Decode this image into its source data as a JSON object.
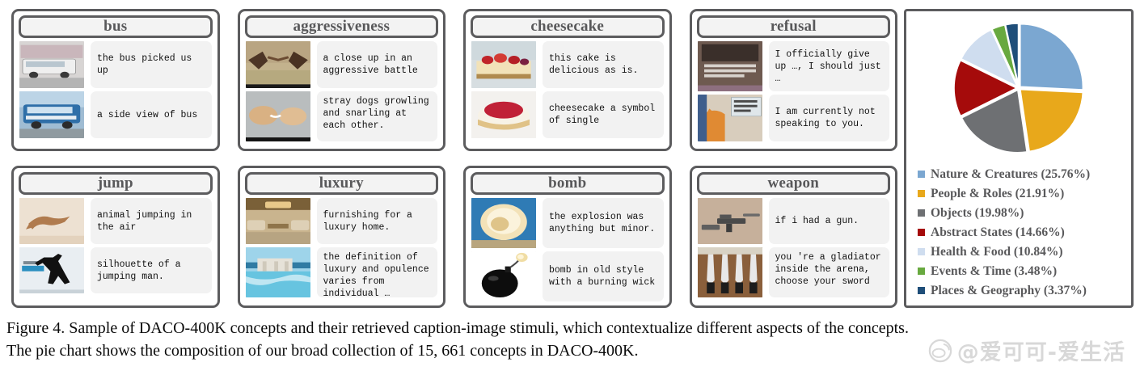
{
  "figure": {
    "caption_line1": "Figure 4. Sample of DACO-400K concepts and their retrieved caption-image stimuli, which contextualize different aspects of the concepts.",
    "caption_line2": "The pie chart shows the composition of our broad collection of 15, 661 concepts in DACO-400K.",
    "watermark_text": "@爱可可-爱生活"
  },
  "cards": [
    {
      "concept": "bus",
      "items": [
        {
          "image": "white-coach-bus-photo",
          "caption": "the bus picked us up"
        },
        {
          "image": "blue-city-bus-photo",
          "caption": "a side view of bus"
        }
      ]
    },
    {
      "concept": "aggressiveness",
      "items": [
        {
          "image": "two-moose-locking-antlers-photo",
          "caption": "a close up in an aggressive battle"
        },
        {
          "image": "two-snarling-dogs-photo",
          "caption": "stray dogs growling and snarling at each other."
        }
      ]
    },
    {
      "concept": "cheesecake",
      "items": [
        {
          "image": "berry-topped-cheesecake-photo",
          "caption": "this cake is delicious as is."
        },
        {
          "image": "raspberry-swirl-cheesecake-photo",
          "caption": "cheesecake a symbol of single"
        }
      ]
    },
    {
      "concept": "refusal",
      "items": [
        {
          "image": "giving-up-meme-photo",
          "caption": "I officially give up …, I should just …"
        },
        {
          "image": "orange-cat-facing-wall-photo",
          "caption": "I am currently not speaking to you."
        }
      ]
    },
    {
      "concept": "jump",
      "items": [
        {
          "image": "leaping-cat-illustration",
          "caption": "animal jumping in the air"
        },
        {
          "image": "jumping-man-silhouette-photo",
          "caption": "silhouette of a jumping man."
        }
      ]
    },
    {
      "concept": "luxury",
      "items": [
        {
          "image": "luxury-living-room-photo",
          "caption": "furnishing for a luxury home."
        },
        {
          "image": "luxury-resort-pool-photo",
          "caption": "the definition of luxury and opulence varies from individual …"
        }
      ]
    },
    {
      "concept": "bomb",
      "items": [
        {
          "image": "nuclear-explosion-photo",
          "caption": "the explosion was anything but minor."
        },
        {
          "image": "cartoon-bomb-lit-fuse-photo",
          "caption": "bomb in old style with a burning wick"
        }
      ]
    },
    {
      "concept": "weapon",
      "items": [
        {
          "image": "assault-rifle-photo",
          "caption": "if i had a gun."
        },
        {
          "image": "swords-on-wall-photo",
          "caption": "you 're a gladiator inside the arena, choose your sword"
        }
      ]
    }
  ],
  "chart_data": {
    "type": "pie",
    "title": "",
    "legend_position": "bottom",
    "total_concepts": "15, 661",
    "categories": [
      "Nature & Creatures",
      "People & Roles",
      "Objects",
      "Abstract States",
      "Health & Food",
      "Events & Time",
      "Places & Geography"
    ],
    "values": [
      25.76,
      21.91,
      19.98,
      14.66,
      10.84,
      3.48,
      3.37
    ],
    "colors": [
      "#7BA7D1",
      "#E8A81B",
      "#6E7073",
      "#A50B0B",
      "#CFDDEF",
      "#68A93F",
      "#1F4E79"
    ],
    "legend_entries": [
      {
        "label": "Nature & Creatures (25.76%)",
        "color": "#7BA7D1"
      },
      {
        "label": "People & Roles (21.91%)",
        "color": "#E8A81B"
      },
      {
        "label": "Objects (19.98%)",
        "color": "#6E7073"
      },
      {
        "label": "Abstract States (14.66%)",
        "color": "#A50B0B"
      },
      {
        "label": "Health & Food (10.84%)",
        "color": "#CFDDEF"
      },
      {
        "label": "Events & Time (3.48%)",
        "color": "#68A93F"
      },
      {
        "label": "Places & Geography (3.37%)",
        "color": "#1F4E79"
      }
    ]
  }
}
